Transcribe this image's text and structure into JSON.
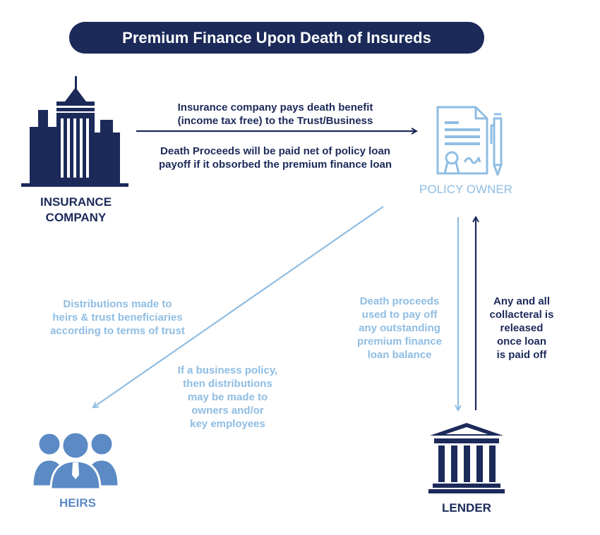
{
  "title": "Premium Finance Upon Death of Insureds",
  "colors": {
    "dark_navy": "#1c2a5a",
    "light_blue": "#8fbde3",
    "steel_blue": "#5b8ac4"
  },
  "nodes": {
    "insurance_company": {
      "label_line1": "INSURANCE",
      "label_line2": "COMPANY",
      "icon": "office-building-icon"
    },
    "policy_owner": {
      "label": "POLICY OWNER",
      "icon": "policy-document-pen-icon"
    },
    "heirs": {
      "label": "HEIRS",
      "icon": "people-group-icon"
    },
    "lender": {
      "label": "LENDER",
      "icon": "bank-icon"
    }
  },
  "edges": {
    "insurer_to_owner": {
      "text1_line1": "Insurance company pays death benefit",
      "text1_line2": "(income tax free) to the Trust/Business",
      "text2_line1": "Death Proceeds will be paid net of policy loan",
      "text2_line2": "payoff if it obsorbed the premium finance loan"
    },
    "owner_to_heirs": {
      "text1_line1": "Distributions made to",
      "text1_line2": "heirs & trust beneficiaries",
      "text1_line3": "according to terms of trust",
      "text2_line1": "If a business policy,",
      "text2_line2": "then distributions",
      "text2_line3": "may be made to",
      "text2_line4": "owners and/or",
      "text2_line5": "key employees"
    },
    "owner_to_lender": {
      "line1": "Death proceeds",
      "line2": "used to pay off",
      "line3": "any outstanding",
      "line4": "premium finance",
      "line5": "loan balance"
    },
    "lender_to_owner": {
      "line1": "Any and all",
      "line2": "collacteral is",
      "line3": "released",
      "line4": "once loan",
      "line5": "is paid off"
    }
  }
}
